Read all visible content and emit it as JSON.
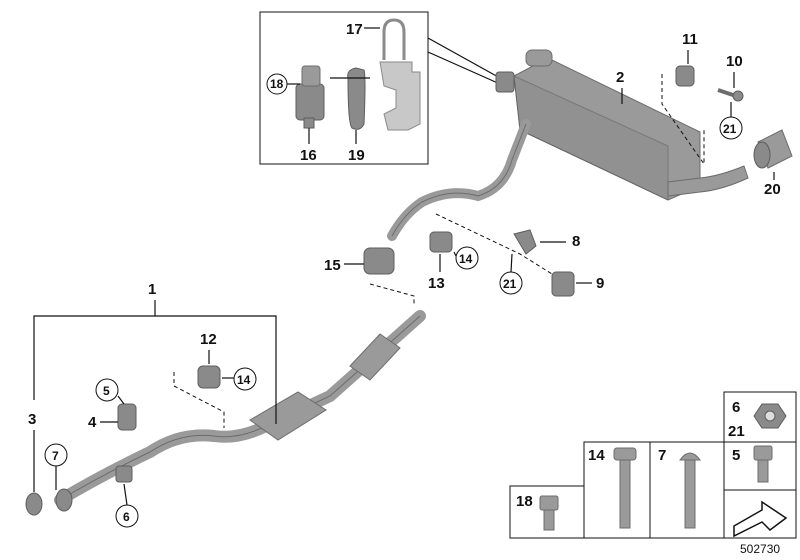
{
  "diagram": {
    "ref_number": "502730",
    "labels": {
      "l1": "1",
      "l2": "2",
      "l3": "3",
      "l4": "4",
      "l5": "5",
      "l6": "6",
      "l7": "7",
      "l8": "8",
      "l9": "9",
      "l10": "10",
      "l11": "11",
      "l12": "12",
      "l13": "13",
      "l14": "14",
      "l15": "15",
      "l16": "16",
      "l17": "17",
      "l18": "18",
      "l19": "19",
      "l20": "20",
      "l21": "21"
    },
    "legend": {
      "nut_top": "6",
      "nut_bottom": "21",
      "bolt14": "14",
      "bolt7": "7",
      "bolt5": "5",
      "bolt18": "18"
    }
  }
}
